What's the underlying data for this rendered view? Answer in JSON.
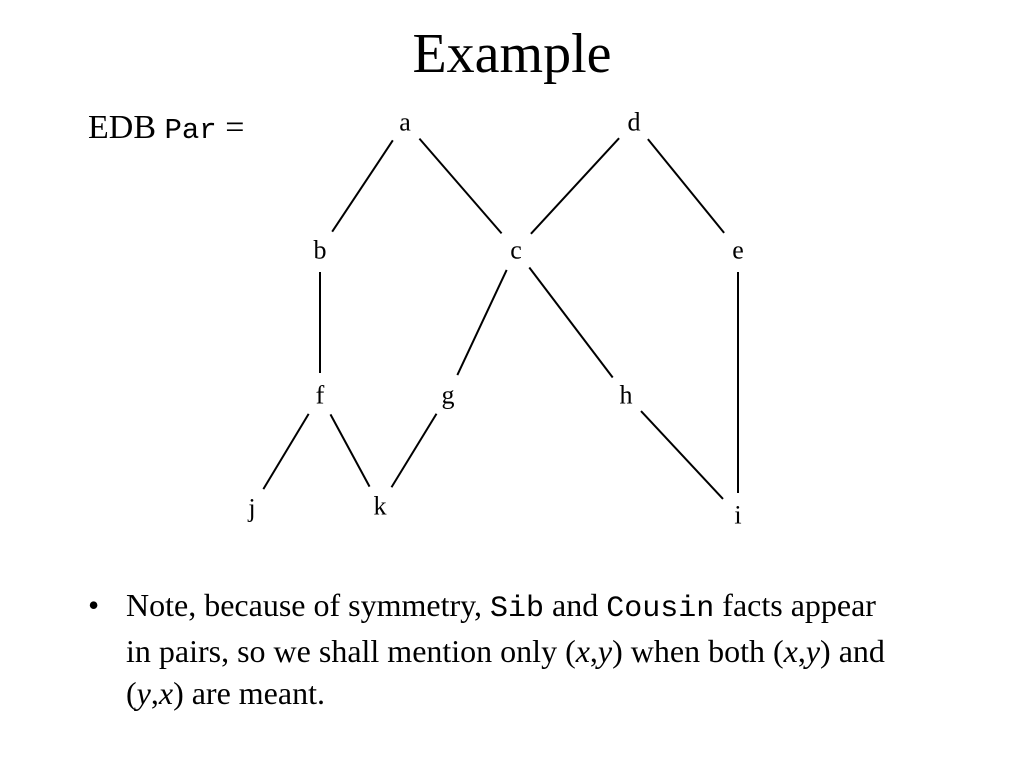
{
  "slide": {
    "title": "Example"
  },
  "edb": {
    "prefix": "EDB ",
    "relation": "Par",
    "suffix": " ="
  },
  "diagram": {
    "nodes": [
      {
        "id": "a",
        "label": "a"
      },
      {
        "id": "d",
        "label": "d"
      },
      {
        "id": "b",
        "label": "b"
      },
      {
        "id": "c",
        "label": "c"
      },
      {
        "id": "e",
        "label": "e"
      },
      {
        "id": "f",
        "label": "f"
      },
      {
        "id": "g",
        "label": "g"
      },
      {
        "id": "h",
        "label": "h"
      },
      {
        "id": "j",
        "label": "j"
      },
      {
        "id": "k",
        "label": "k"
      },
      {
        "id": "i",
        "label": "i"
      }
    ],
    "edges": [
      [
        "a",
        "b"
      ],
      [
        "a",
        "c"
      ],
      [
        "d",
        "c"
      ],
      [
        "d",
        "e"
      ],
      [
        "b",
        "f"
      ],
      [
        "c",
        "g"
      ],
      [
        "c",
        "h"
      ],
      [
        "e",
        "i"
      ],
      [
        "f",
        "j"
      ],
      [
        "f",
        "k"
      ],
      [
        "g",
        "k"
      ],
      [
        "h",
        "i"
      ]
    ]
  },
  "note": {
    "bullet": "•",
    "part1": "Note, because of symmetry, ",
    "sib": "Sib",
    "part2": " and ",
    "cousin": "Cousin",
    "part3": " facts appear in pairs, so we shall mention only (",
    "x1": "x",
    "comma1": ",",
    "y1": "y",
    "part4": ") when both (",
    "x2": "x",
    "comma2": ",",
    "y2": "y",
    "part5": ") and (",
    "y3": "y",
    "comma3": ",",
    "x3": "x",
    "part6": ") are meant."
  }
}
